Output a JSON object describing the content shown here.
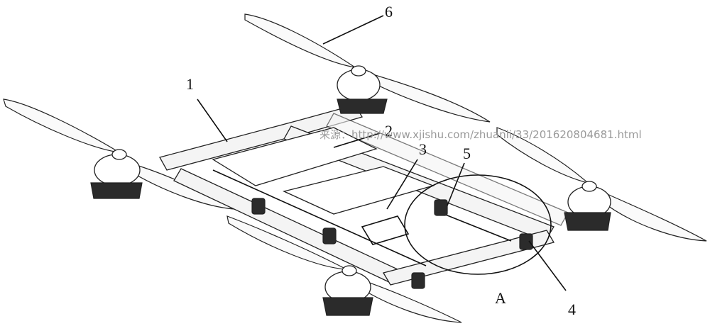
{
  "labels": {
    "part_1": "1",
    "part_2": "2",
    "part_3": "3",
    "part_4": "4",
    "part_5": "5",
    "part_6": "6",
    "detail_a": "A"
  },
  "watermark": "来源：http://www.xjishu.com/zhuanli/33/201620804681.html"
}
